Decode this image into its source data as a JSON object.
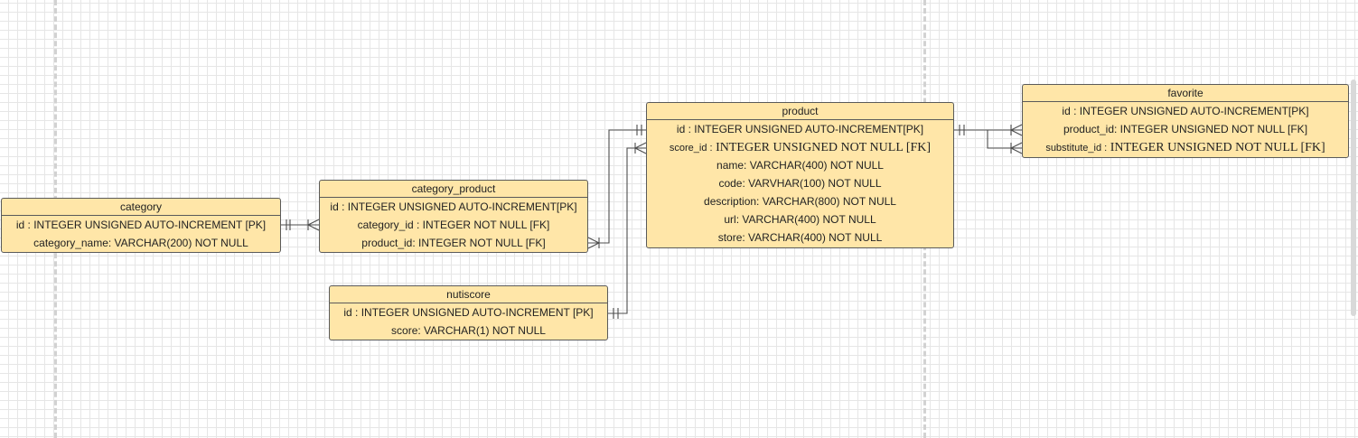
{
  "entities": {
    "category": {
      "title": "category",
      "fields": [
        "id : INTEGER UNSIGNED AUTO-INCREMENT [PK]",
        "category_name: VARCHAR(200) NOT NULL"
      ]
    },
    "category_product": {
      "title": "category_product",
      "fields": [
        "id : INTEGER UNSIGNED AUTO-INCREMENT[PK]",
        "category_id : INTEGER NOT NULL [FK]",
        "product_id: INTEGER NOT NULL [FK]"
      ]
    },
    "nutiscore": {
      "title": "nutiscore",
      "fields": [
        "id : INTEGER UNSIGNED AUTO-INCREMENT [PK]",
        "score: VARCHAR(1) NOT NULL"
      ]
    },
    "product": {
      "title": "product",
      "fields": [
        "id : INTEGER UNSIGNED AUTO-INCREMENT[PK]",
        "score_id :",
        "INTEGER UNSIGNED NOT NULL [FK]",
        "name: VARCHAR(400) NOT NULL",
        "code: VARVHAR(100)  NOT NULL",
        "description: VARCHAR(800) NOT NULL",
        "url: VARCHAR(400) NOT NULL",
        "store: VARCHAR(400) NOT NULL"
      ]
    },
    "favorite": {
      "title": "favorite",
      "fields": [
        "id : INTEGER UNSIGNED AUTO-INCREMENT[PK]",
        "product_id: INTEGER UNSIGNED NOT NULL [FK]",
        "substitute_id :",
        "INTEGER UNSIGNED NOT NULL [FK]"
      ]
    }
  },
  "relationships": [
    {
      "from": "category.id",
      "from_card": "one",
      "to": "category_product.category_id",
      "to_card": "many"
    },
    {
      "from": "product.id",
      "from_card": "one",
      "to": "category_product.product_id",
      "to_card": "many"
    },
    {
      "from": "nutiscore.id",
      "from_card": "one",
      "to": "product.score_id",
      "to_card": "many"
    },
    {
      "from": "product.id",
      "from_card": "one",
      "to": "favorite.product_id",
      "to_card": "many"
    },
    {
      "from": "product.id",
      "from_card": "one",
      "to": "favorite.substitute_id",
      "to_card": "many"
    }
  ]
}
